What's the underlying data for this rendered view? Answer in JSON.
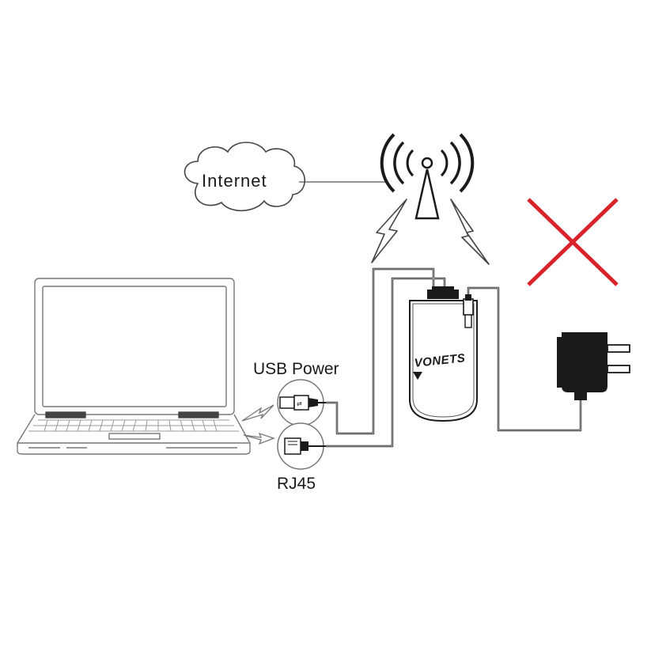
{
  "labels": {
    "internet": "Internet",
    "usb_power": "USB Power",
    "rj45": "RJ45",
    "brand": "VONETS"
  },
  "icons": {
    "cloud": "cloud-icon",
    "tower": "wireless-tower-icon",
    "lightning": "lightning-bolt-icon",
    "laptop": "laptop-icon",
    "usb": "usb-plug-icon",
    "rj45": "rj45-plug-icon",
    "device": "wifi-bridge-device-icon",
    "adapter": "power-adapter-icon",
    "cross": "red-x-icon"
  },
  "colors": {
    "line": "#1a1a1a",
    "cross": "#d9232b",
    "background": "#ffffff"
  }
}
